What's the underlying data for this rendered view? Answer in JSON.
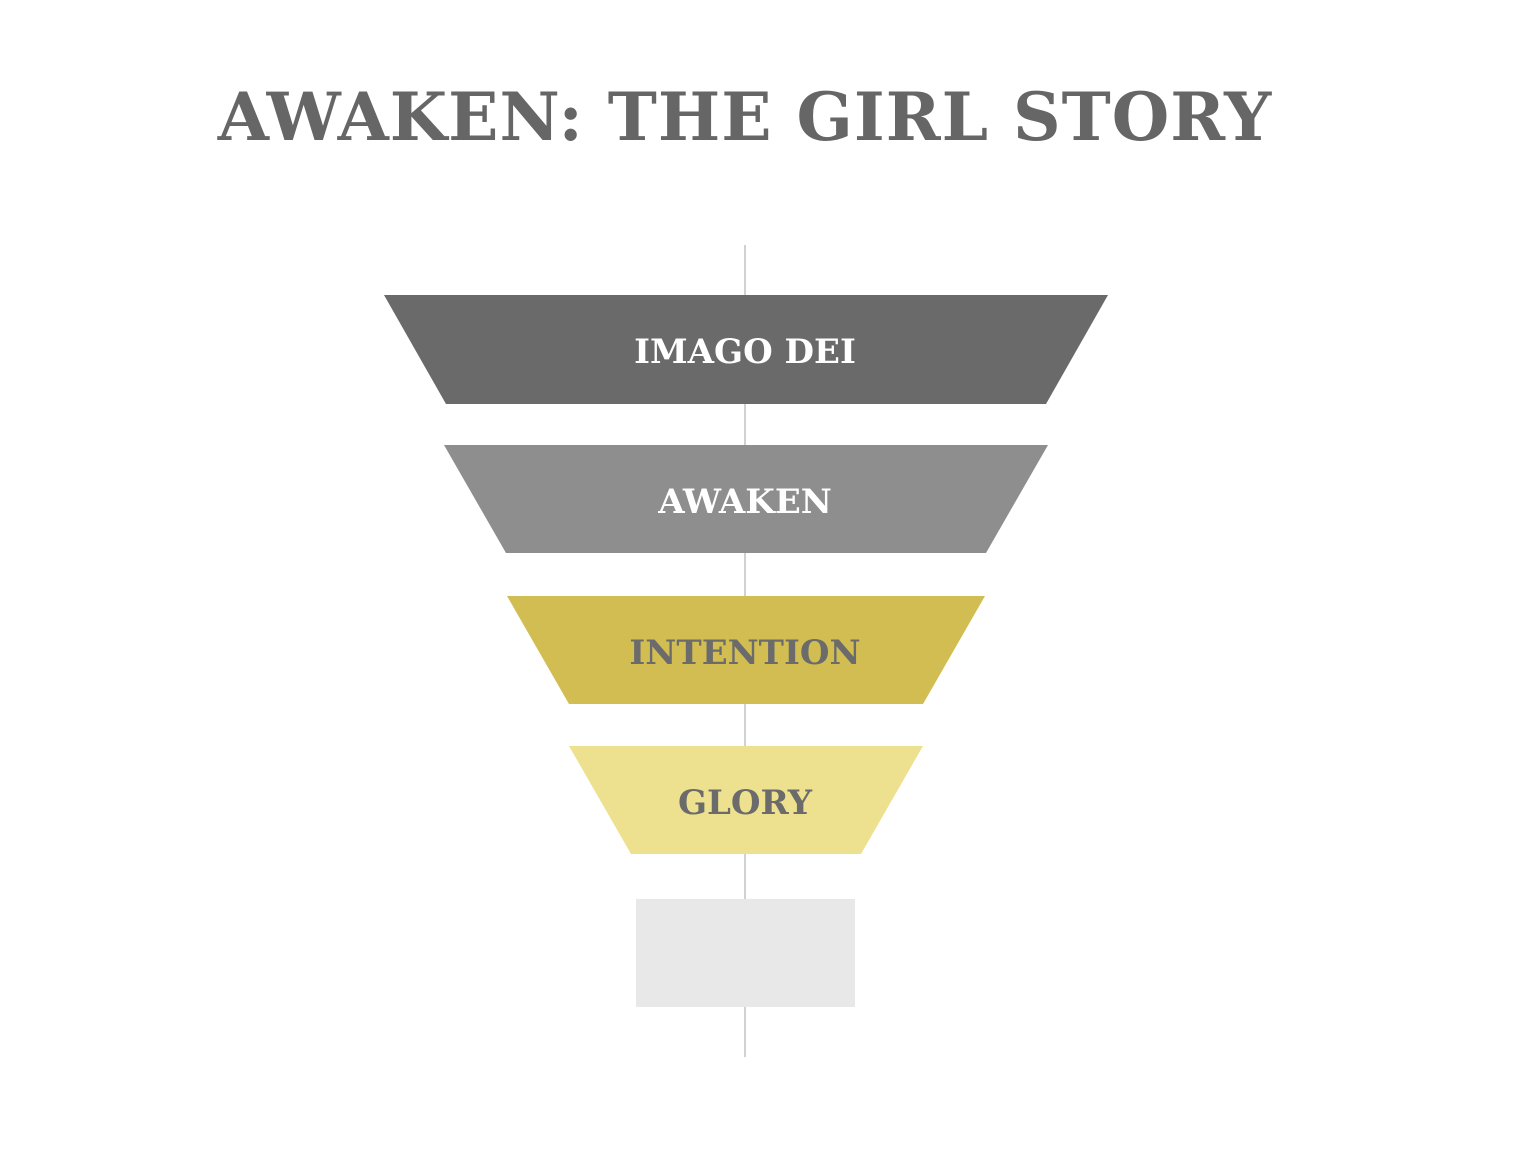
{
  "title": "AWAKEN: THE GIRL STORY",
  "funnel": {
    "levels": [
      {
        "label": "IMAGO DEI",
        "fill": "#6a6a6a",
        "text_color": "#ffffff"
      },
      {
        "label": "AWAKEN",
        "fill": "#8e8e8e",
        "text_color": "#ffffff"
      },
      {
        "label": "INTENTION",
        "fill": "#d2bd53",
        "text_color": "#6b6b6b"
      },
      {
        "label": "GLORY",
        "fill": "#ede18f",
        "text_color": "#6b6b6b"
      }
    ],
    "base_fill": "#e8e8e8",
    "axis_color": "#c2c2c2"
  }
}
